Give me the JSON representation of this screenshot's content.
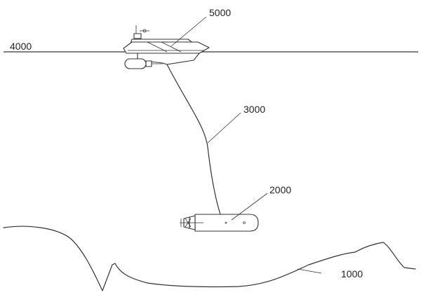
{
  "labels": {
    "water_surface": "4000",
    "surface_vessel": "5000",
    "tether_cable": "3000",
    "underwater_vehicle": "2000",
    "seabed": "1000"
  }
}
